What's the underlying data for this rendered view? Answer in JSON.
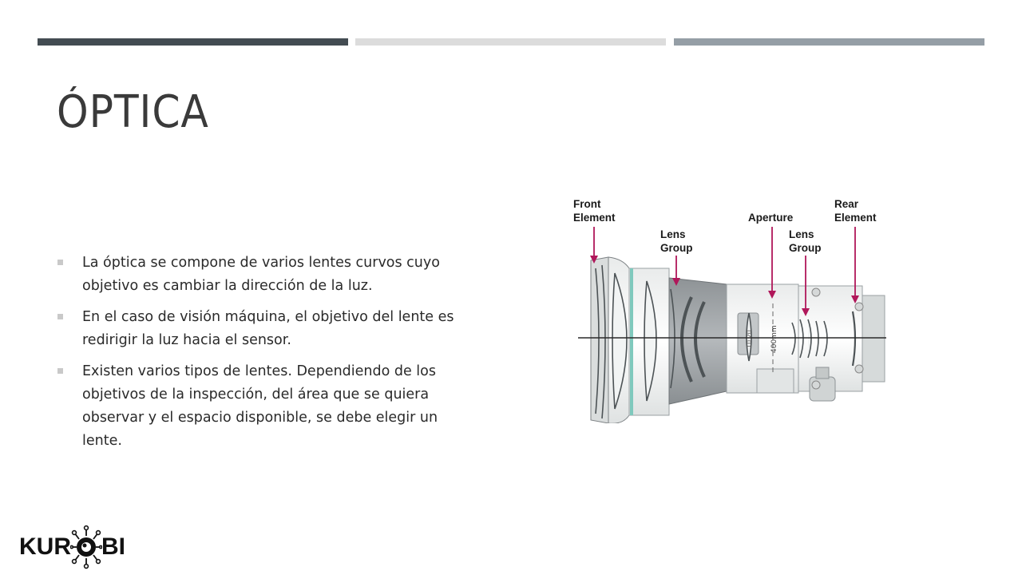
{
  "slide": {
    "title": "ÓPTICA",
    "bullets": [
      "La óptica se compone de varios lentes curvos cuyo objetivo es cambiar la dirección de la luz.",
      "En el caso de visión máquina, el objetivo del lente es redirigir la luz hacia el sensor.",
      "Existen varios tipos de lentes. Dependiendo de los objetivos de la inspección, del área que se quiera observar y el espacio disponible, se debe elegir un lente."
    ]
  },
  "figure": {
    "callouts": {
      "front_element": [
        "Front",
        "Element"
      ],
      "lens_group_1": [
        "Lens",
        "Group"
      ],
      "aperture": [
        "Aperture"
      ],
      "lens_group_2": [
        "Lens",
        "Group"
      ],
      "rear_element": [
        "Rear",
        "Element"
      ]
    },
    "body_markings": {
      "focal_length": "400mm",
      "zoom_scale": "10  20"
    }
  },
  "logo": {
    "left": "KUR",
    "right": "BI"
  },
  "colors": {
    "bar_dark": "#434c52",
    "bar_light": "#dcdcdc",
    "bar_mid": "#959ea6",
    "callout_arrow": "#b0175a",
    "lens_ring_accent": "#7fc9bd"
  }
}
